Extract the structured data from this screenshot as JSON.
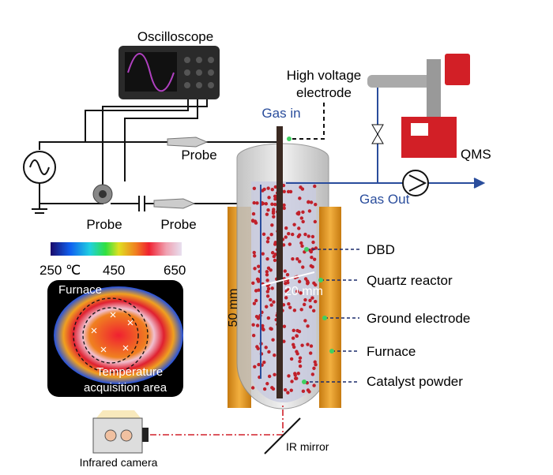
{
  "labels": {
    "oscilloscope": "Oscilloscope",
    "hv_line1": "High voltage",
    "hv_line2": "electrode",
    "gas_in": "Gas in",
    "probe_top": "Probe",
    "probe_left": "Probe",
    "probe_right": "Probe",
    "qms": "QMS",
    "gas_out": "Gas Out",
    "dbd": "DBD",
    "quartz_reactor": "Quartz reactor",
    "ground_electrode": "Ground electrode",
    "furnace": "Furnace",
    "catalyst_powder": "Catalyst powder",
    "height_dim": "50 mm",
    "width_dim": "20 mm",
    "infrared_camera": "Infrared camera",
    "ir_mirror": "IR mirror"
  },
  "thermal_image": {
    "scale_min": "250 ℃",
    "scale_mid": "450",
    "scale_max": "650",
    "furnace_label": "Furnace",
    "area_line1": "Temperature",
    "area_line2": "acquisition area"
  },
  "colors": {
    "gas_line": "#2a4d9c",
    "furnace": "#e59a1e",
    "laser": "#d0202a",
    "qms": "#d21f26"
  }
}
